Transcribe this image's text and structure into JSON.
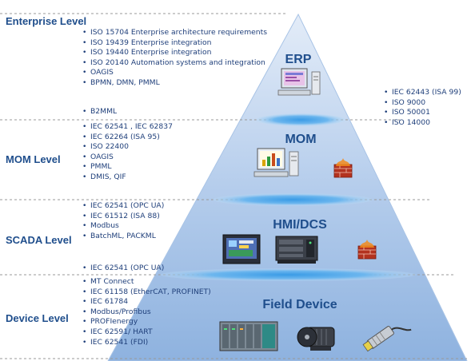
{
  "levels": {
    "enterprise": {
      "title": "Enterprise Level",
      "standards": [
        "ISO 15704 Enterprise architecture requirements",
        "ISO 19439 Enterprise integration",
        "ISO 19440  Enterprise integration",
        "ISO 20140  Automation systems and integration",
        "OAGIS",
        "BPMN, DMN, PMML",
        "B2MML"
      ]
    },
    "mom": {
      "title": "MOM Level",
      "standards": [
        "IEC 62541 , IEC 62837",
        "IEC 62264 (ISA 95)",
        "ISO 22400",
        "OAGIS",
        "PMML",
        "DMIS, QIF"
      ]
    },
    "scada": {
      "title": "SCADA Level",
      "standards": [
        "IEC 62541 (OPC UA)",
        "IEC 61512 (ISA 88)",
        "Modbus",
        "BatchML, PACKML",
        "IEC 62541 (OPC UA)"
      ]
    },
    "device": {
      "title": "Device Level",
      "standards": [
        "MT Connect",
        "IEC 61158 (EtherCAT, PROFINET)",
        "IEC 61784",
        "Modbus/Profibus",
        "PROFIenergy",
        "IEC 62591/ HART",
        "IEC 62541 (FDI)"
      ]
    }
  },
  "pyramid": {
    "layers": [
      "ERP",
      "MOM",
      "HMI/DCS",
      "Field Device"
    ],
    "icons": {
      "erp": "erp-workstation-icon",
      "mom": "mom-analytics-workstation-icon",
      "mom_firewall": "firewall-icon",
      "hmi_panel": "hmi-touch-panel-icon",
      "hmi_server": "industrial-pc-icon",
      "hmi_firewall": "firewall-icon",
      "plc": "plc-rack-icon",
      "motor": "electric-motor-icon",
      "sensor": "proximity-sensor-icon"
    }
  },
  "cross_cutting": {
    "standards": [
      "IEC 62443 (ISA 99)",
      "ISO 9000",
      "ISO 50001",
      "ISO 14000"
    ]
  },
  "colors": {
    "pyramid_top": "#dbe7f6",
    "pyramid_bottom": "#8fb4e0",
    "band": "#5fa8e6",
    "text": "#1f4e8c",
    "dashed_line": "#9a9a9a"
  }
}
